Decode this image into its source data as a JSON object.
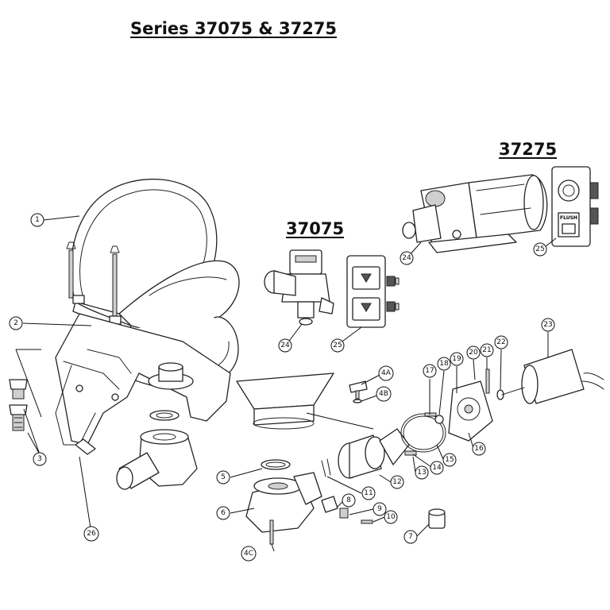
{
  "title": "Series 37075 & 37275",
  "models": {
    "m37275": "37275",
    "m37075": "37075"
  },
  "part_labels": {
    "p1": "1",
    "p2": "2",
    "p3": "3",
    "p4a": "4A",
    "p4b": "4B",
    "p4c": "4C",
    "p5": "5",
    "p6": "6",
    "p7": "7",
    "p8": "8",
    "p9": "9",
    "p10": "10",
    "p11": "11",
    "p12": "12",
    "p13": "13",
    "p14": "14",
    "p15": "15",
    "p16": "16",
    "p17": "17",
    "p18": "18",
    "p19": "19",
    "p20": "20",
    "p21": "21",
    "p22": "22",
    "p23": "23",
    "p24a": "24",
    "p24b": "24",
    "p25a": "25",
    "p25b": "25",
    "p26": "26"
  },
  "switch_panel_text": "FLUSH"
}
